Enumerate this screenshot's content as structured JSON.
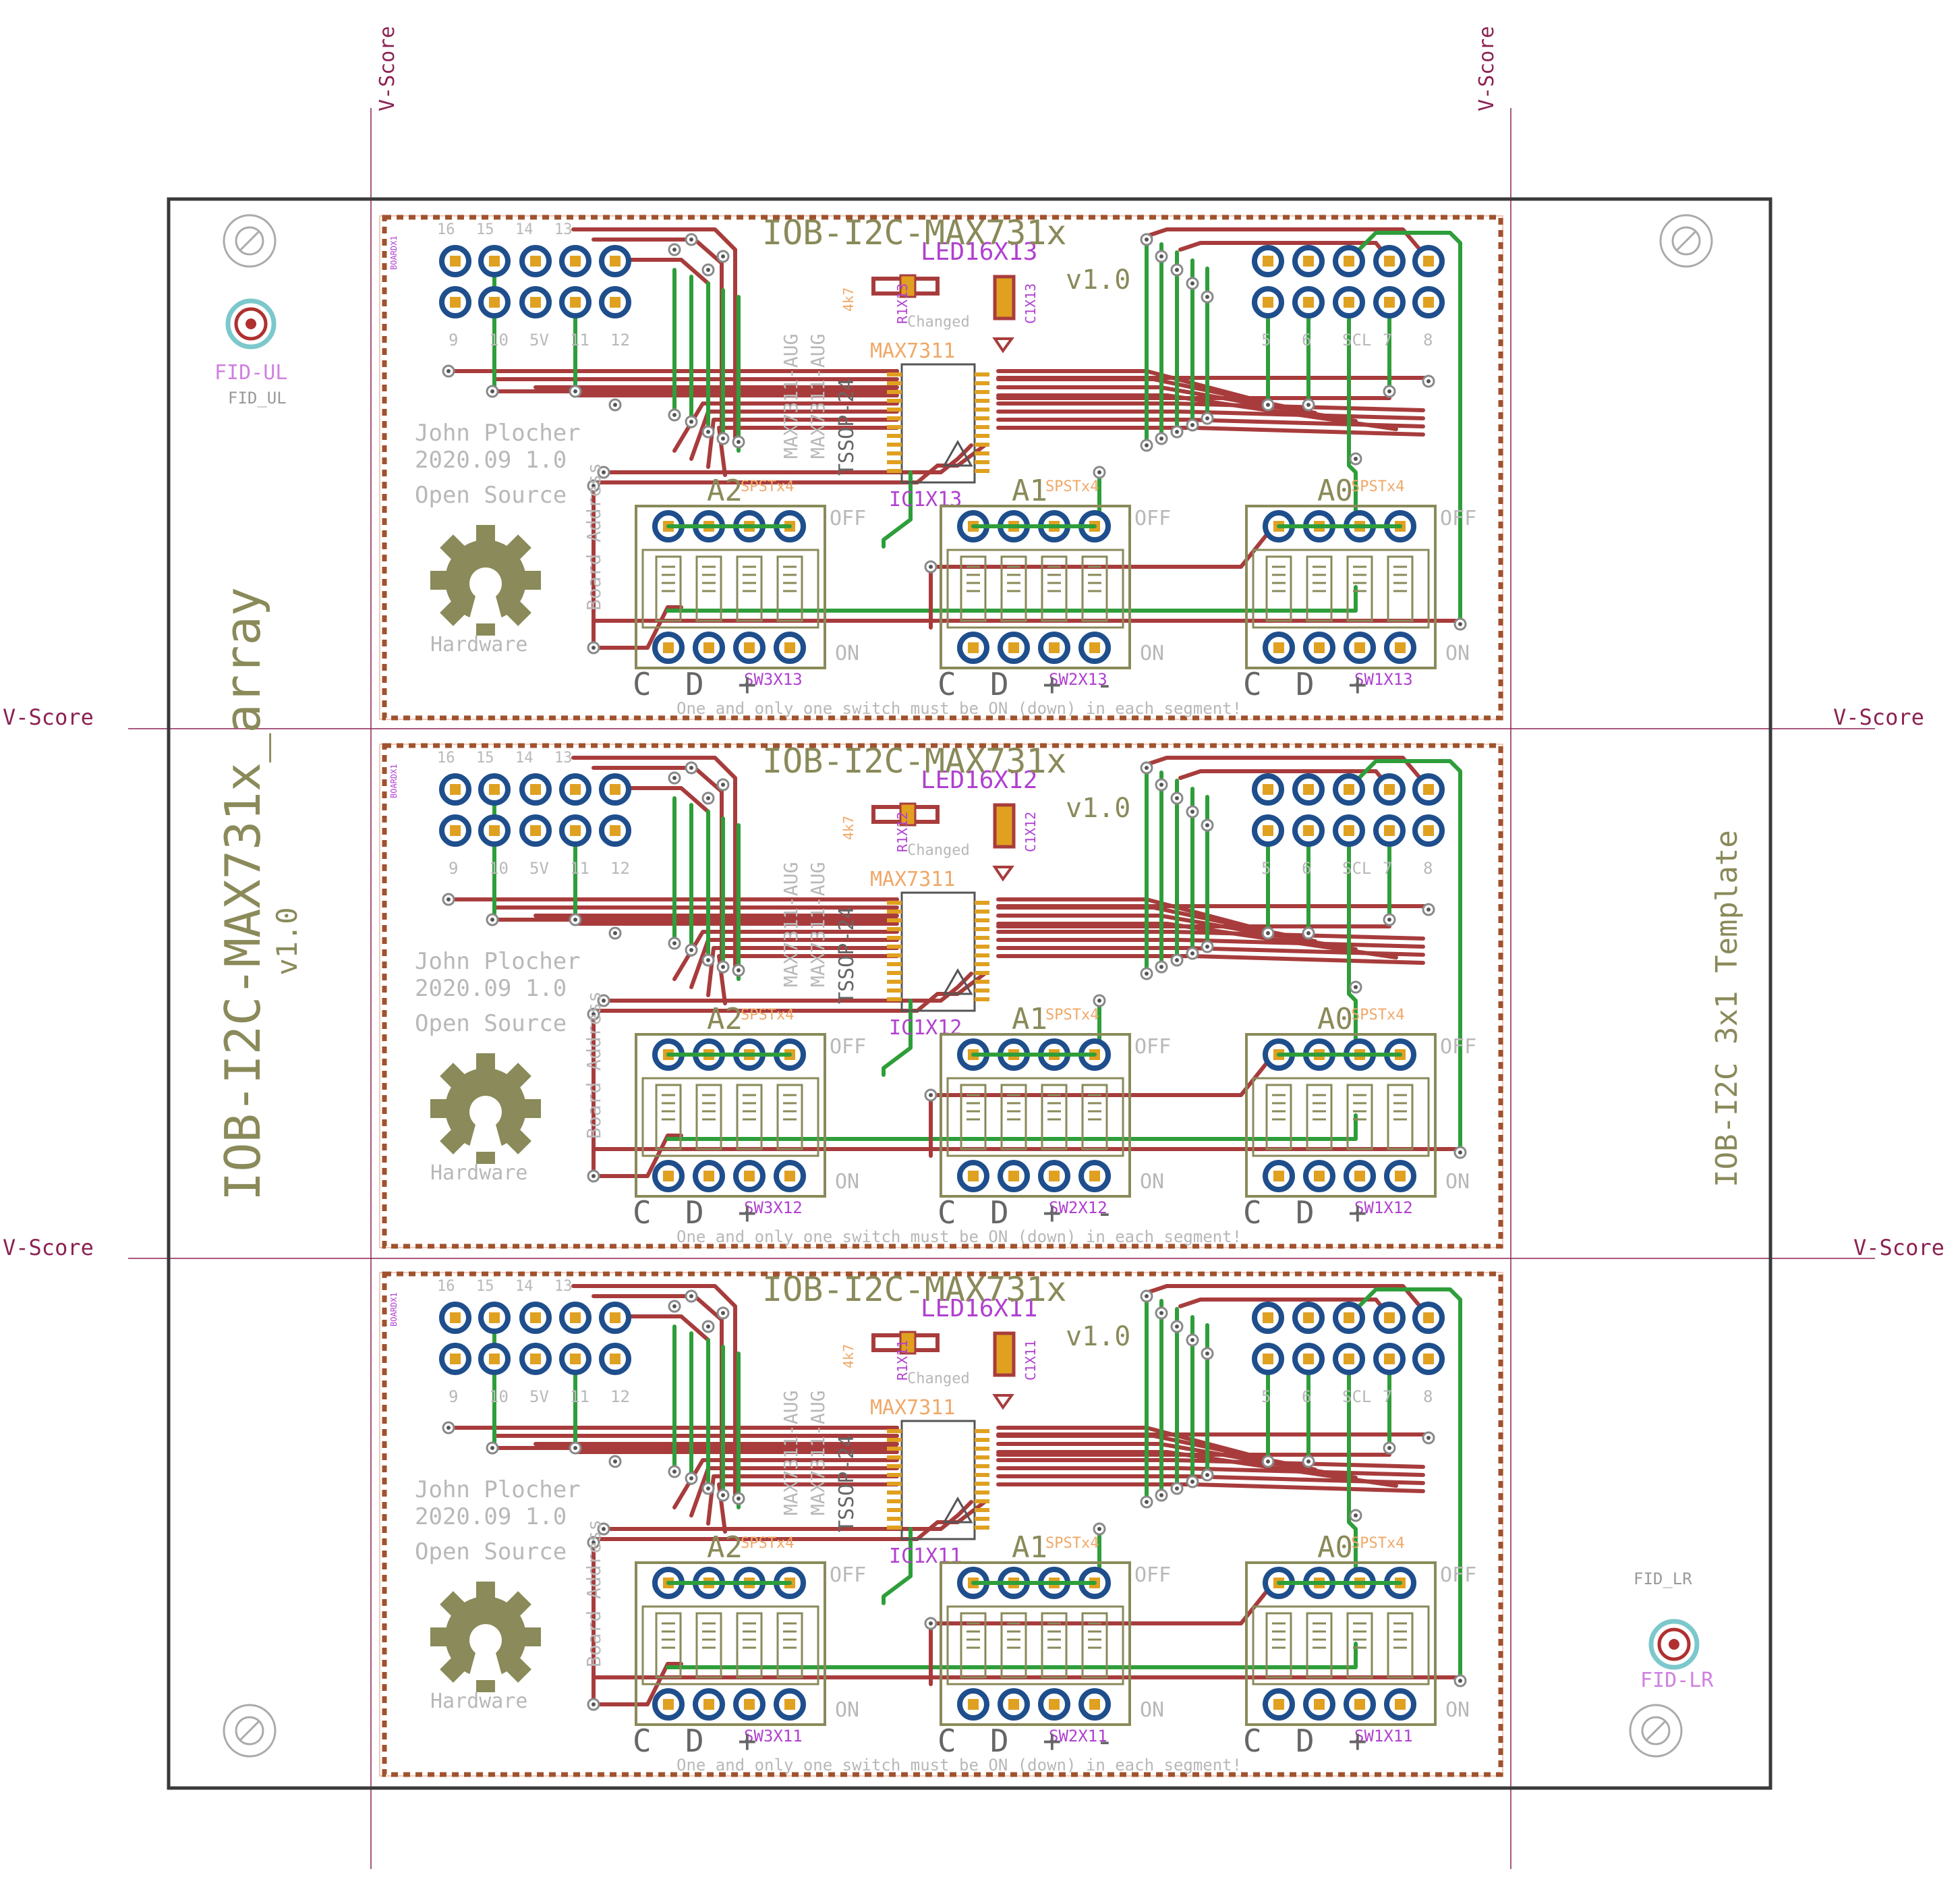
{
  "colors": {
    "background": "#ffffff",
    "panel_outline": "#3a3a3a",
    "vscore": "#8b2252",
    "board_outline": "#a0522d",
    "top_copper": "#a83c3c",
    "bottom_copper": "#2e9e3a",
    "pad_ring": "#1f4e8c",
    "pad_center": "#e0a020",
    "silk_olive": "#8a8a5a",
    "silk_gray": "#b8b8b8",
    "silk_orange": "#f0a868",
    "name_purple": "#b040d0",
    "fiducial_ring": "#7cc8cc",
    "fiducial_center": "#b03030",
    "fiducial_label": "#d080e0",
    "mount_hole": "#aaaaaa"
  },
  "panel": {
    "title": "IOB-I2C-MAX731x_array",
    "version": "v1.0",
    "template": "IOB-I2C 3x1 Template"
  },
  "vscore_label": "V-Score",
  "fiducials": {
    "upper_left_name": "FID-UL",
    "upper_left_value": "FID_UL",
    "lower_right_name": "FID-LR",
    "lower_right_value": "FID_LR"
  },
  "board": {
    "title": "IOB-I2C-MAX731x",
    "version": "v1.0",
    "author": "John Plocher",
    "date_rev": "2020.09 1.0",
    "open_source": "Open Source",
    "hardware": "Hardware",
    "ic_package": "TSSOP-24",
    "ic_value": "MAX7311",
    "aug_label": "MAX7311-AUG",
    "res_value": "4k7",
    "changed_label": "Changed",
    "board_id": "BOARDX1",
    "board_address": "Board Address",
    "footer_note": "One and only one switch must be ON (down) in each segment!",
    "header_left_top": [
      "16",
      "15",
      "14",
      "13"
    ],
    "header_left_bottom": [
      "9",
      "10",
      "5V",
      "11",
      "12"
    ],
    "header_right_bottom": [
      "5",
      "6",
      "SCL",
      "7",
      "8"
    ],
    "switch_labels": [
      "A2",
      "A1",
      "A0"
    ],
    "switch_footprint": "SPSTx4",
    "off_label": "OFF",
    "on_label": "ON",
    "pin_labels_left": [
      "C",
      "D",
      "+"
    ],
    "pin_labels_mid": [
      "C",
      "D",
      "+",
      "-"
    ],
    "pin_labels_right": [
      "C",
      "D",
      "+"
    ]
  },
  "instances": [
    {
      "led": "LED16X13",
      "ic": "IC1X13",
      "cap": "C1X13",
      "res": "R1X13",
      "sw3": "SW3X13",
      "sw2": "SW2X13",
      "sw1": "SW1X13"
    },
    {
      "led": "LED16X12",
      "ic": "IC1X12",
      "cap": "C1X12",
      "res": "R1X12",
      "sw3": "SW3X12",
      "sw2": "SW2X12",
      "sw1": "SW1X12"
    },
    {
      "led": "LED16X11",
      "ic": "IC1X11",
      "cap": "C1X11",
      "res": "R1X11",
      "sw3": "SW3X11",
      "sw2": "SW2X11",
      "sw1": "SW1X11"
    }
  ]
}
